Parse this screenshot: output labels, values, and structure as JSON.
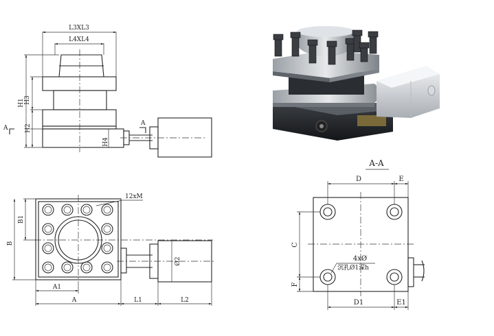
{
  "front_view": {
    "labels": {
      "l3xl3": "L3XL3",
      "l4xl4": "L4XL4",
      "h1": "H1",
      "h3": "H3",
      "h2": "H2",
      "h4": "H4",
      "a_left": "A",
      "a_right": "A"
    }
  },
  "top_view": {
    "labels": {
      "bolt_note": "12xM",
      "b1": "B1",
      "b": "B",
      "phi2": "Ø2",
      "a1": "A1",
      "a": "A",
      "l1": "L1",
      "l2": "L2"
    }
  },
  "section_view": {
    "labels": {
      "title": "A-A",
      "d": "D",
      "e": "E",
      "c": "C",
      "f": "F",
      "hole_note": "4xØ",
      "counterbore_note": "沉孔Ø1深h",
      "d1": "D1",
      "e1": "E1"
    }
  },
  "photo": {
    "label_plate": "◼◼◼◼"
  }
}
